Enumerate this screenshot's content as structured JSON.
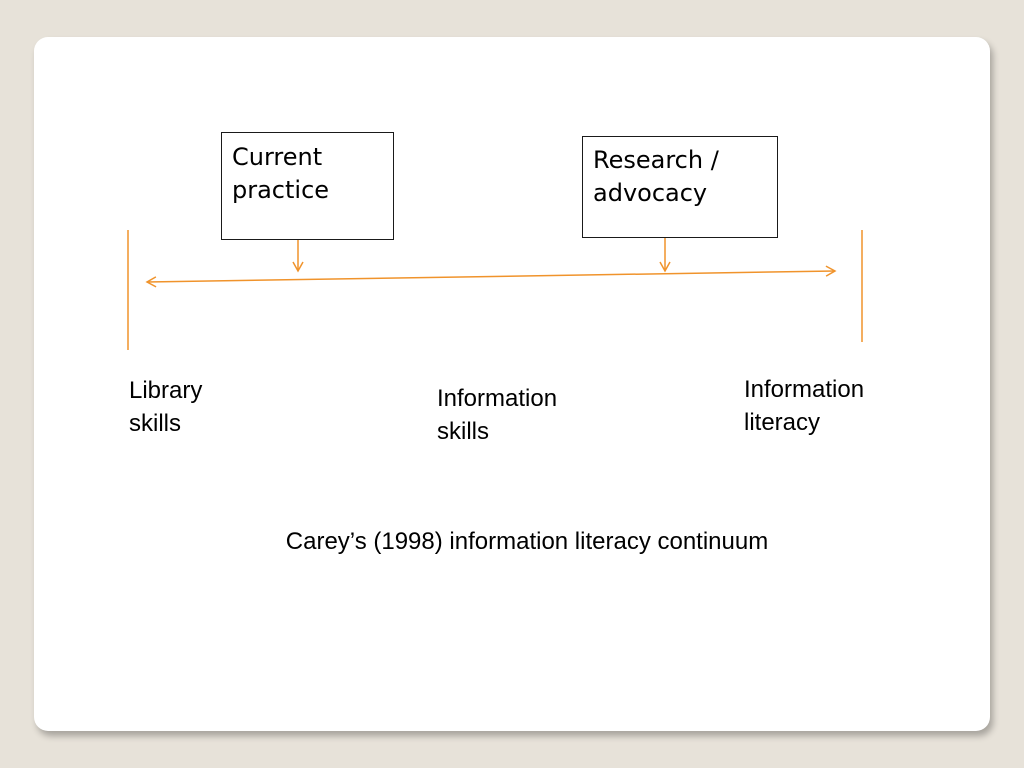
{
  "boxes": {
    "current_practice": "Current\npractice",
    "research_advocacy": "Research /\nadvocacy"
  },
  "continuum": {
    "left_label": "Library\nskills",
    "middle_label": "Information\nskills",
    "right_label": "Information\nliteracy"
  },
  "caption": "Carey’s (1998) information literacy continuum",
  "colors": {
    "accent": "#f0932b",
    "box_border": "#1a1a1a",
    "background": "#e7e2d9",
    "slide": "#ffffff"
  }
}
